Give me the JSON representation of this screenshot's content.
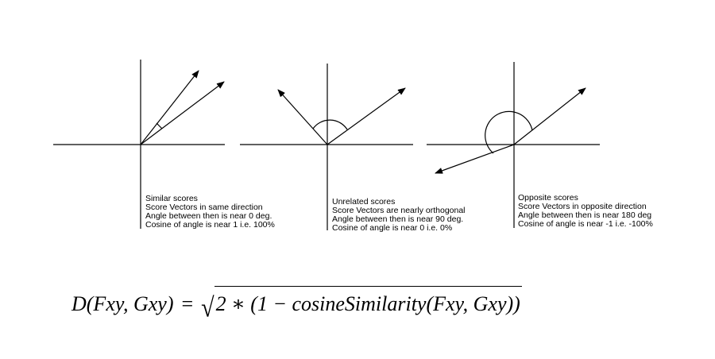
{
  "panels": [
    {
      "caption": [
        "Similar scores",
        "Score Vectors in same direction",
        "Angle between then is near 0 deg.",
        "Cosine of angle is near 1 i.e. 100%"
      ]
    },
    {
      "caption": [
        "Unrelated scores",
        "Score Vectors are nearly orthogonal",
        "Angle between then is near 90 deg.",
        "Cosine of angle is near 0 i.e. 0%"
      ]
    },
    {
      "caption": [
        "Opposite scores",
        "Score Vectors in opposite direction",
        "Angle between then is near 180 deg",
        "Cosine of angle is near -1 i.e. -100%"
      ]
    }
  ],
  "formula": {
    "lhs": "D(Fxy, Gxy)",
    "equals": "=",
    "sqrt": "√",
    "radicand": "2 ∗ (1 − cosineSimilarity(Fxy, Gxy))"
  },
  "colors": {
    "line": "#000000",
    "background": "#ffffff"
  }
}
